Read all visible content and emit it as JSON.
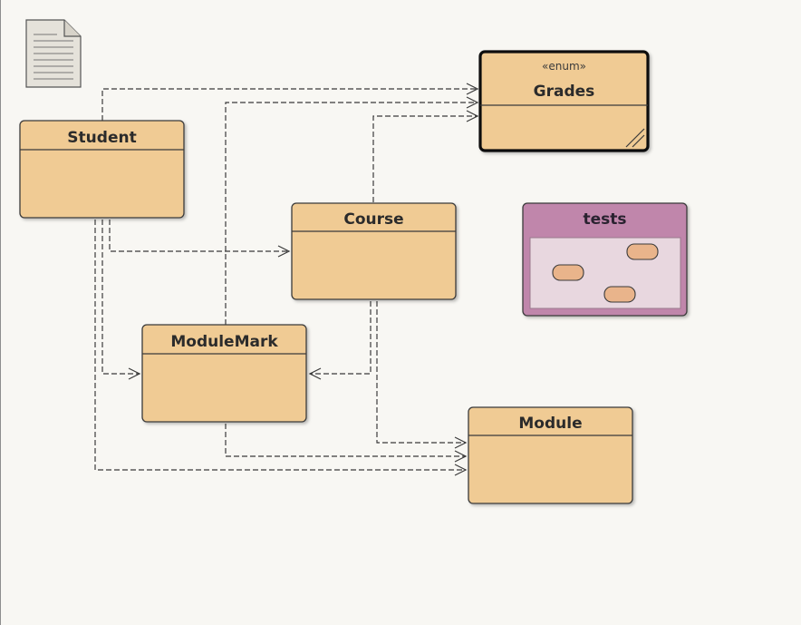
{
  "classes": {
    "student": {
      "name": "Student"
    },
    "grades": {
      "stereotype": "«enum»",
      "name": "Grades"
    },
    "course": {
      "name": "Course"
    },
    "module_mark": {
      "name": "ModuleMark"
    },
    "module": {
      "name": "Module"
    }
  },
  "package": {
    "name": "tests"
  },
  "colors": {
    "class_fill": "#f0cb94",
    "class_border": "#3a3a3a",
    "package_fill": "#c086ab",
    "package_inner": "#e8d7df",
    "package_item_fill": "#e9b48b",
    "canvas": "#f8f7f3"
  },
  "icons": {
    "note": "document-icon"
  }
}
